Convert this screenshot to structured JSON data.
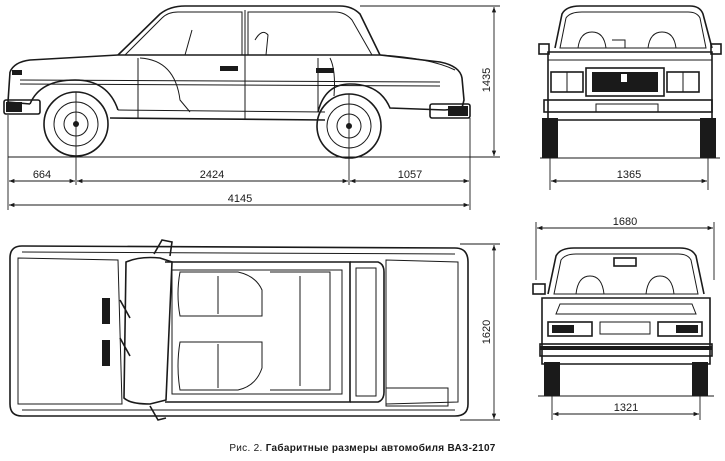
{
  "caption": {
    "prefix": "Рис. 2.",
    "title": "Габаритные размеры автомобиля ВАЗ-2107"
  },
  "dimensions": {
    "front_overhang": "664",
    "wheelbase": "2424",
    "rear_overhang": "1057",
    "overall_length": "4145",
    "overall_height": "1435",
    "front_track": "1365",
    "overall_width": "1620",
    "body_width": "1680",
    "rear_track": "1321"
  },
  "views": {
    "side": "side-view",
    "front": "front-view",
    "top": "top-view",
    "rear": "rear-view"
  }
}
